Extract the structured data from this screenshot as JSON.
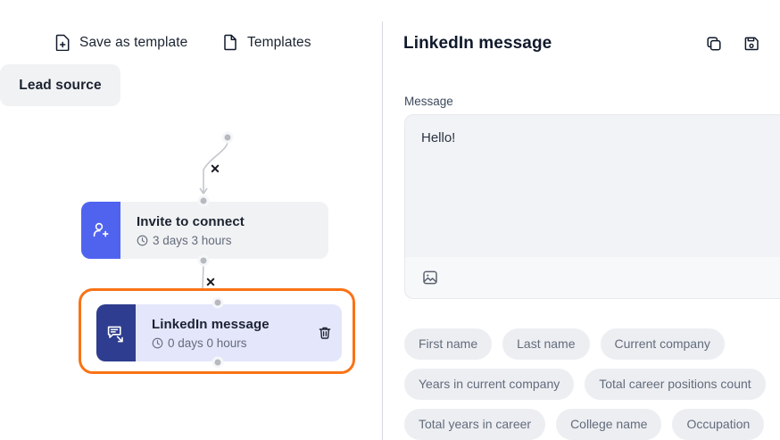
{
  "toolbar": {
    "save_as_template_label": "Save as template",
    "save_as_template_icon": "file-plus-icon",
    "templates_label": "Templates",
    "templates_icon": "file-icon"
  },
  "canvas": {
    "nodes": [
      {
        "id": "lead-source",
        "title": "Lead source",
        "subtitle": "",
        "icon": "",
        "selected": false
      },
      {
        "id": "invite-to-connect",
        "title": "Invite to connect",
        "subtitle": "3 days 3 hours",
        "subtitle_icon": "clock-icon",
        "icon": "user-plus-icon",
        "icon_bg": "#5063ef",
        "body_bg": "#f1f2f4",
        "selected": false
      },
      {
        "id": "linkedin-message",
        "title": "LinkedIn message",
        "subtitle": "0 days 0 hours",
        "subtitle_icon": "clock-icon",
        "icon": "message-send-icon",
        "icon_bg": "#2e3d8f",
        "body_bg": "#e4e6fb",
        "selected": true,
        "selection_color": "#f97316",
        "delete_icon": "trash-icon"
      }
    ],
    "connectors": [
      {
        "from": "lead-source",
        "to": "invite-to-connect",
        "delete_marker": "✕"
      },
      {
        "from": "invite-to-connect",
        "to": "linkedin-message",
        "delete_marker": "✕"
      }
    ]
  },
  "panel": {
    "title": "LinkedIn message",
    "actions": [
      {
        "name": "duplicate-icon",
        "label": "Duplicate"
      },
      {
        "name": "save-icon",
        "label": "Save"
      }
    ],
    "message_field": {
      "label": "Message",
      "value": "Hello!",
      "placeholder": "",
      "attach_icon": "image-icon"
    },
    "variables": [
      "First name",
      "Last name",
      "Current company",
      "Years in current company",
      "Total career positions count",
      "Total years in career",
      "College name",
      "Occupation"
    ]
  },
  "colors": {
    "accent_orange": "#f97316",
    "royal_blue": "#5063ef",
    "navy": "#2e3d8f",
    "lavender": "#e4e6fb",
    "grey_node": "#f1f2f4"
  }
}
